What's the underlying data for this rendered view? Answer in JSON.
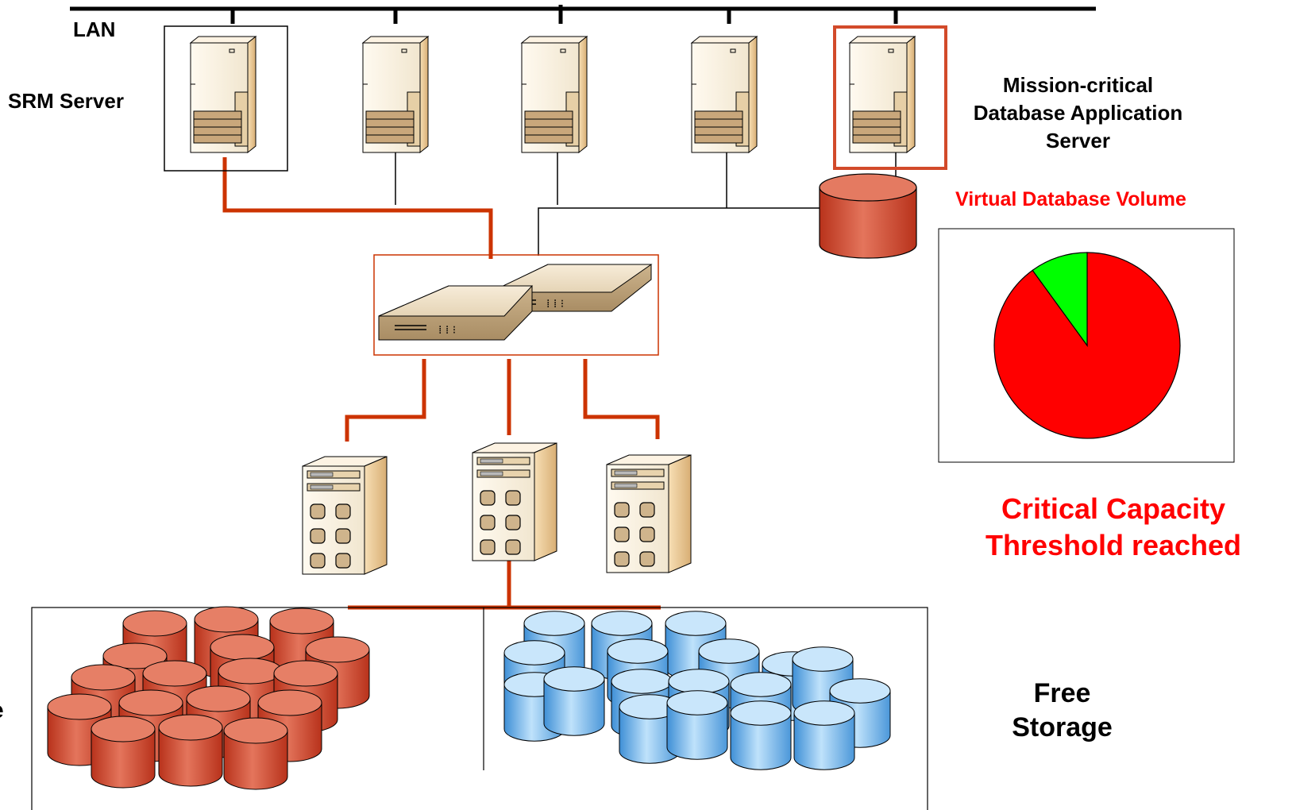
{
  "labels": {
    "lan": "LAN",
    "srm_server": "SRM Server",
    "mission_critical_line1": "Mission-critical",
    "mission_critical_line2": "Database Application",
    "mission_critical_line3": "Server",
    "virtual_db_volume": "Virtual Database Volume",
    "critical_line1": "Critical Capacity",
    "critical_line2": "Threshold reached",
    "free_line1": "Free",
    "free_line2": "Storage",
    "left_cut": "e"
  },
  "capacity_pie": {
    "used_fraction": 0.9,
    "free_fraction": 0.1,
    "used_color": "#ff0000",
    "free_color": "#00ff00"
  },
  "colors": {
    "san_link": "#cc3300",
    "lan_line": "#000000",
    "used_disk": "#d6553a",
    "free_disk": "#6fb5ea",
    "highlight_box": "#d24a2a",
    "server_tan": "#f3d9ad"
  }
}
